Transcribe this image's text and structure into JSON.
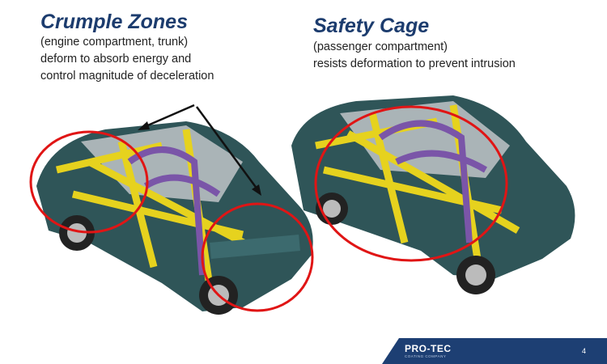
{
  "left_panel": {
    "title": "Crumple Zones",
    "lines": [
      "(engine compartment, trunk)",
      "deform to absorb energy and",
      "control magnitude of deceleration"
    ]
  },
  "right_panel": {
    "title": "Safety Cage",
    "lines": [
      "(passenger compartment)",
      "resists deformation to prevent intrusion"
    ]
  },
  "footer": {
    "logo": "PRO-TEC",
    "logo_sub": "COATING COMPANY",
    "page_number": "4"
  },
  "colors": {
    "title": "#1c3c6e",
    "highlight": "#e01515",
    "footer": "#1d3f73",
    "frame_yellow": "#e6d21e",
    "frame_purple": "#7a55a8",
    "body_teal": "#2f5558"
  }
}
